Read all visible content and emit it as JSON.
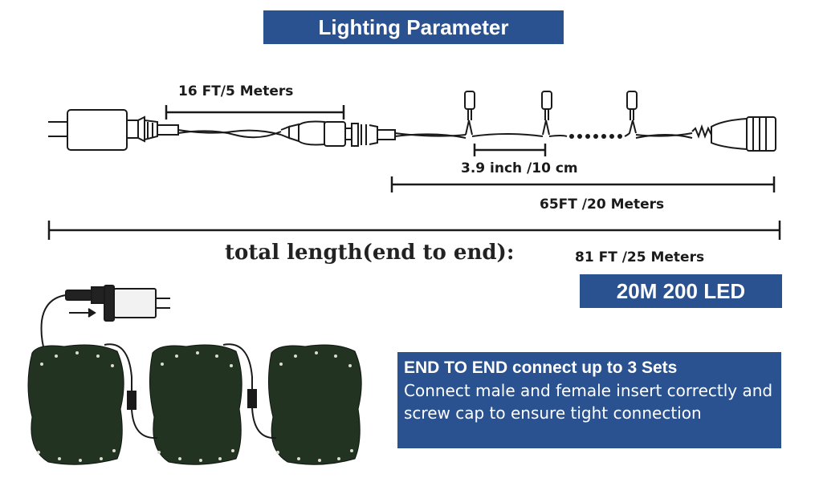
{
  "header": {
    "title": "Lighting Parameter"
  },
  "dimensions": {
    "lead_wire": "16 FT/5 Meters",
    "led_spacing": "3.9 inch /10 cm",
    "lit_length": "65FT /20 Meters",
    "total_caption": "total length(end to end):",
    "total_value": "81 FT /25 Meters"
  },
  "badge": {
    "label": "20M 200 LED"
  },
  "info": {
    "heading": "END TO END connect up to 3 Sets",
    "body": "Connect male and female insert correctly and screw cap to ensure tight connection"
  },
  "colors": {
    "banner": "#2b5290",
    "text_on_banner": "#ffffff",
    "wire": "#1a1a1a",
    "light_cluster": "#223322"
  }
}
